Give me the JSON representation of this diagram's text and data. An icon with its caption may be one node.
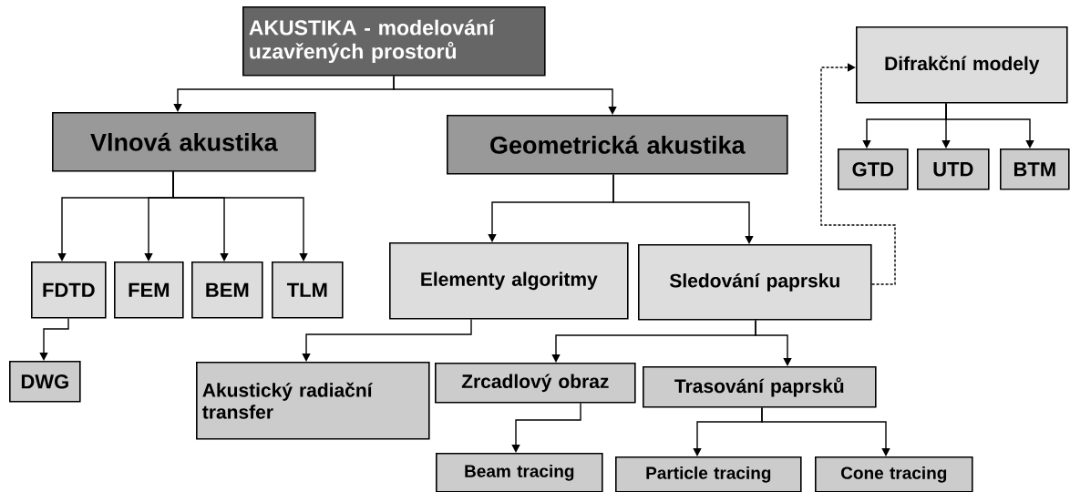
{
  "diagram": {
    "nodes": [
      {
        "text": [
          "AKUSTIKA - modelování uzavřených prostorů"
        ]
      },
      {
        "text": [
          "Vlnová akustika"
        ]
      },
      {
        "text": [
          "Geometrická akustika"
        ]
      },
      {
        "text": [
          "FDTD"
        ]
      },
      {
        "text": [
          "FEM"
        ]
      },
      {
        "text": [
          "BEM"
        ]
      },
      {
        "text": [
          "TLM"
        ]
      },
      {
        "text": [
          "DWG"
        ]
      },
      {
        "text": [
          "Elementy algoritmy"
        ]
      },
      {
        "text": [
          "Sledování paprsku"
        ]
      },
      {
        "text": [
          "Difrakční modely"
        ]
      },
      {
        "text": [
          "GTD"
        ]
      },
      {
        "text": [
          "UTD"
        ]
      },
      {
        "text": [
          "BTM"
        ]
      },
      {
        "text": [
          "Akustický radiační transfer"
        ]
      },
      {
        "text": [
          "Zrcadlový obraz"
        ]
      },
      {
        "text": [
          "Trasování paprsků"
        ]
      },
      {
        "text": [
          "Beam tracing"
        ]
      },
      {
        "text": [
          "Particle tracing"
        ]
      },
      {
        "text": [
          "Cone tracing"
        ]
      }
    ],
    "edges": [
      {
        "from": 0,
        "to": 1,
        "arrow": "to"
      },
      {
        "from": 0,
        "to": 2,
        "arrow": "to"
      },
      {
        "from": 1,
        "to": 3,
        "arrow": "to"
      },
      {
        "from": 1,
        "to": 4,
        "arrow": "to"
      },
      {
        "from": 1,
        "to": 5,
        "arrow": "to"
      },
      {
        "from": 1,
        "to": 6,
        "arrow": "to"
      },
      {
        "from": 2,
        "to": 8,
        "arrow": "to"
      },
      {
        "from": 2,
        "to": 9,
        "arrow": "to"
      },
      {
        "from": 3,
        "to": 7,
        "arrow": "to"
      },
      {
        "from": 8,
        "to": 14,
        "arrow": "to"
      },
      {
        "from": 9,
        "to": 15,
        "arrow": "to"
      },
      {
        "from": 9,
        "to": 16,
        "arrow": "to"
      },
      {
        "from": 15,
        "to": 17,
        "arrow": "to"
      },
      {
        "from": 16,
        "to": 18,
        "arrow": "to"
      },
      {
        "from": 16,
        "to": 19,
        "arrow": "to"
      },
      {
        "from": 10,
        "to": 11,
        "arrow": "to"
      },
      {
        "from": 10,
        "to": 12,
        "arrow": "to"
      },
      {
        "from": 10,
        "to": 13,
        "arrow": "to"
      },
      {
        "from": 9,
        "to": 10,
        "arrow": "to",
        "style": "dashed"
      }
    ]
  }
}
